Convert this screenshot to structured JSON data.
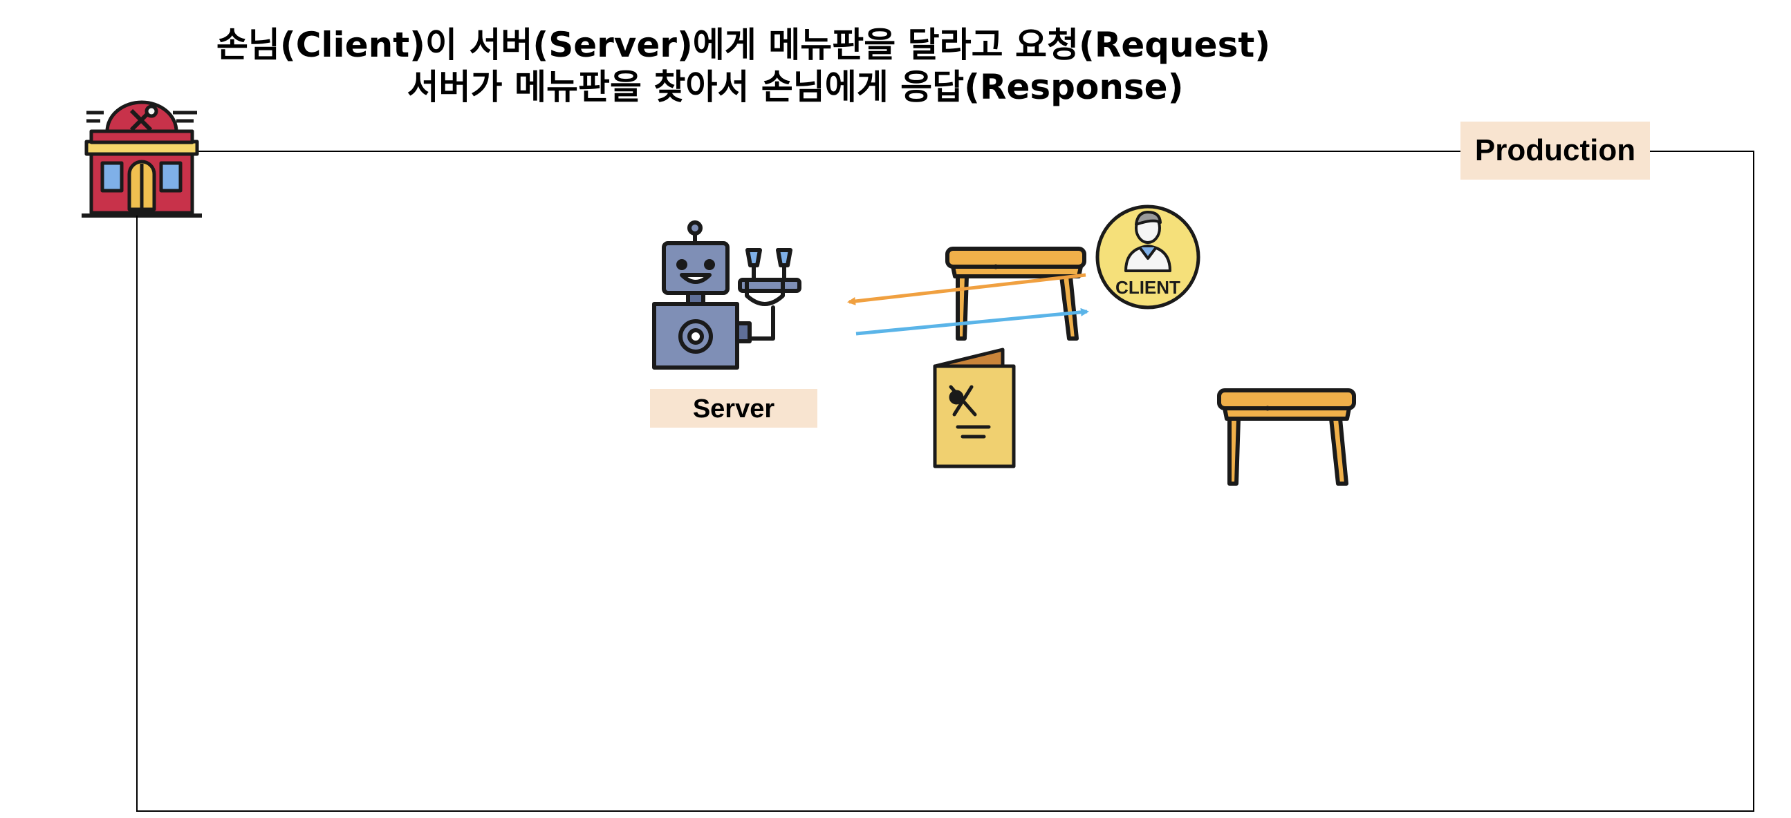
{
  "title": {
    "line1": "손님(Client)이 서버(Server)에게 메뉴판을 달라고 요청(Request)",
    "line2": "서버가 메뉴판을 찾아서 손님에게 응답(Response)"
  },
  "frame": {
    "label": "Production"
  },
  "server": {
    "label": "Server"
  },
  "client": {
    "badge_text": "CLIENT"
  },
  "arrows": {
    "request_color": "#f0a040",
    "response_color": "#5ab4e8"
  },
  "colors": {
    "label_bg": "#f8e4d0",
    "robot_body": "#7f8fb6",
    "robot_dark": "#5f6f98",
    "table_wood": "#f0b04a",
    "menu_yellow": "#f0d070",
    "client_circle": "#f5e07a",
    "restaurant_red": "#c8324a"
  }
}
